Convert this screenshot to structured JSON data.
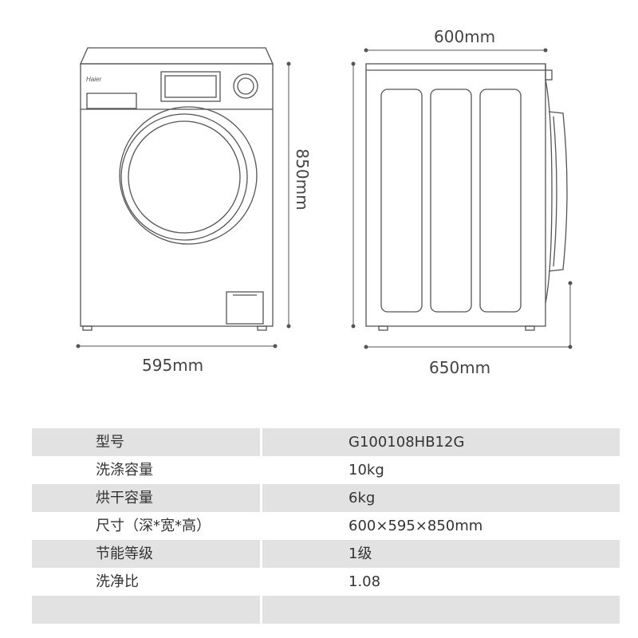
{
  "brand": {
    "logo_text": "Haier"
  },
  "dimensions": {
    "depth_top": "600mm",
    "height": "850mm",
    "width": "595mm",
    "depth_total": "650mm"
  },
  "specs": [
    {
      "label": "型号",
      "value": "G100108HB12G"
    },
    {
      "label": "洗涤容量",
      "value": "10kg"
    },
    {
      "label": "烘干容量",
      "value": "6kg"
    },
    {
      "label": "尺寸（深*宽*高）",
      "value": "600×595×850mm"
    },
    {
      "label": "节能等级",
      "value": "1级"
    },
    {
      "label": "洗净比",
      "value": "1.08"
    },
    {
      "label": "",
      "value": ""
    }
  ],
  "colors": {
    "line": "#555555",
    "row_shade": "#e2e2e2"
  }
}
